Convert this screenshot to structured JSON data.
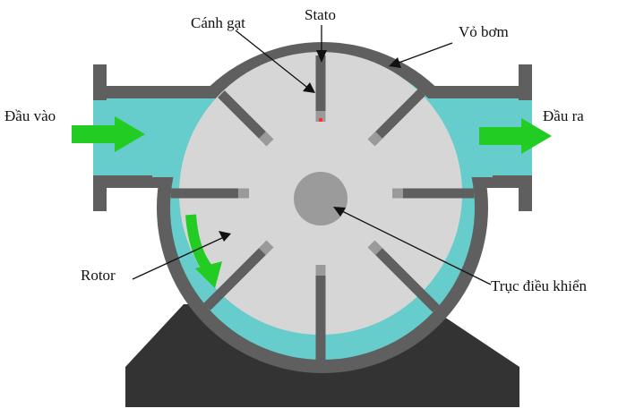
{
  "labels": {
    "stato": "Stato",
    "canh_gat": "Cánh gạt",
    "vo_bom": "Vỏ bơm",
    "dau_vao": "Đầu vào",
    "dau_ra": "Đầu ra",
    "rotor": "Rotor",
    "truc_dieu_khien": "Trục điều khiển"
  },
  "colors": {
    "casing": "#5f5f5f",
    "fluid": "#66cccc",
    "rotor": "#d6d6d6",
    "shaft": "#9b9b9b",
    "base": "#333333",
    "flow_arrow": "#22cc22",
    "vane_tip": "#9a9a9a",
    "vane_marker": "#ff3333"
  },
  "vanes": {
    "count": 8
  }
}
